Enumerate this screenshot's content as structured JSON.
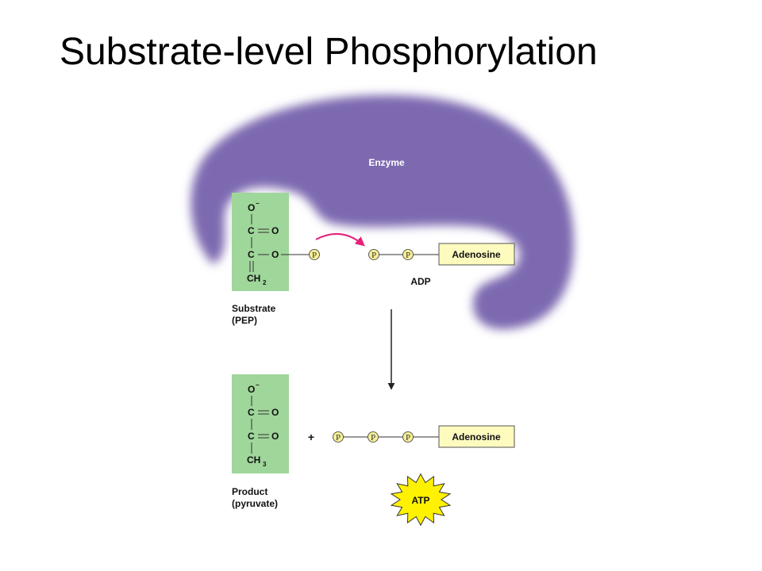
{
  "title": "Substrate-level Phosphorylation",
  "enzyme": {
    "label": "Enzyme",
    "color": "#7d69b0"
  },
  "substrate": {
    "label_line1": "Substrate",
    "label_line2": "(PEP)",
    "atoms": {
      "o_minus": "O",
      "minus": "−",
      "c1": "C",
      "o1": "O",
      "c2": "C",
      "o2": "O",
      "ch": "CH",
      "sub": "2"
    }
  },
  "product": {
    "label_line1": "Product",
    "label_line2": "(pyruvate)",
    "atoms": {
      "o_minus": "O",
      "minus": "−",
      "c1": "C",
      "o1": "O",
      "c2": "C",
      "o2": "O",
      "ch": "CH",
      "sub": "3"
    }
  },
  "phosphate_symbol": "P",
  "adp": {
    "adenosine": "Adenosine",
    "label": "ADP"
  },
  "atp": {
    "adenosine": "Adenosine",
    "burst_label": "ATP"
  },
  "plus": "+",
  "colors": {
    "substrate_box": "#9fd69a",
    "adenosine_box": "#fdfbbe",
    "phosphate_fill": "#f6ef97",
    "transfer_arrow": "#e8207a",
    "atp_burst": "#fff200"
  }
}
